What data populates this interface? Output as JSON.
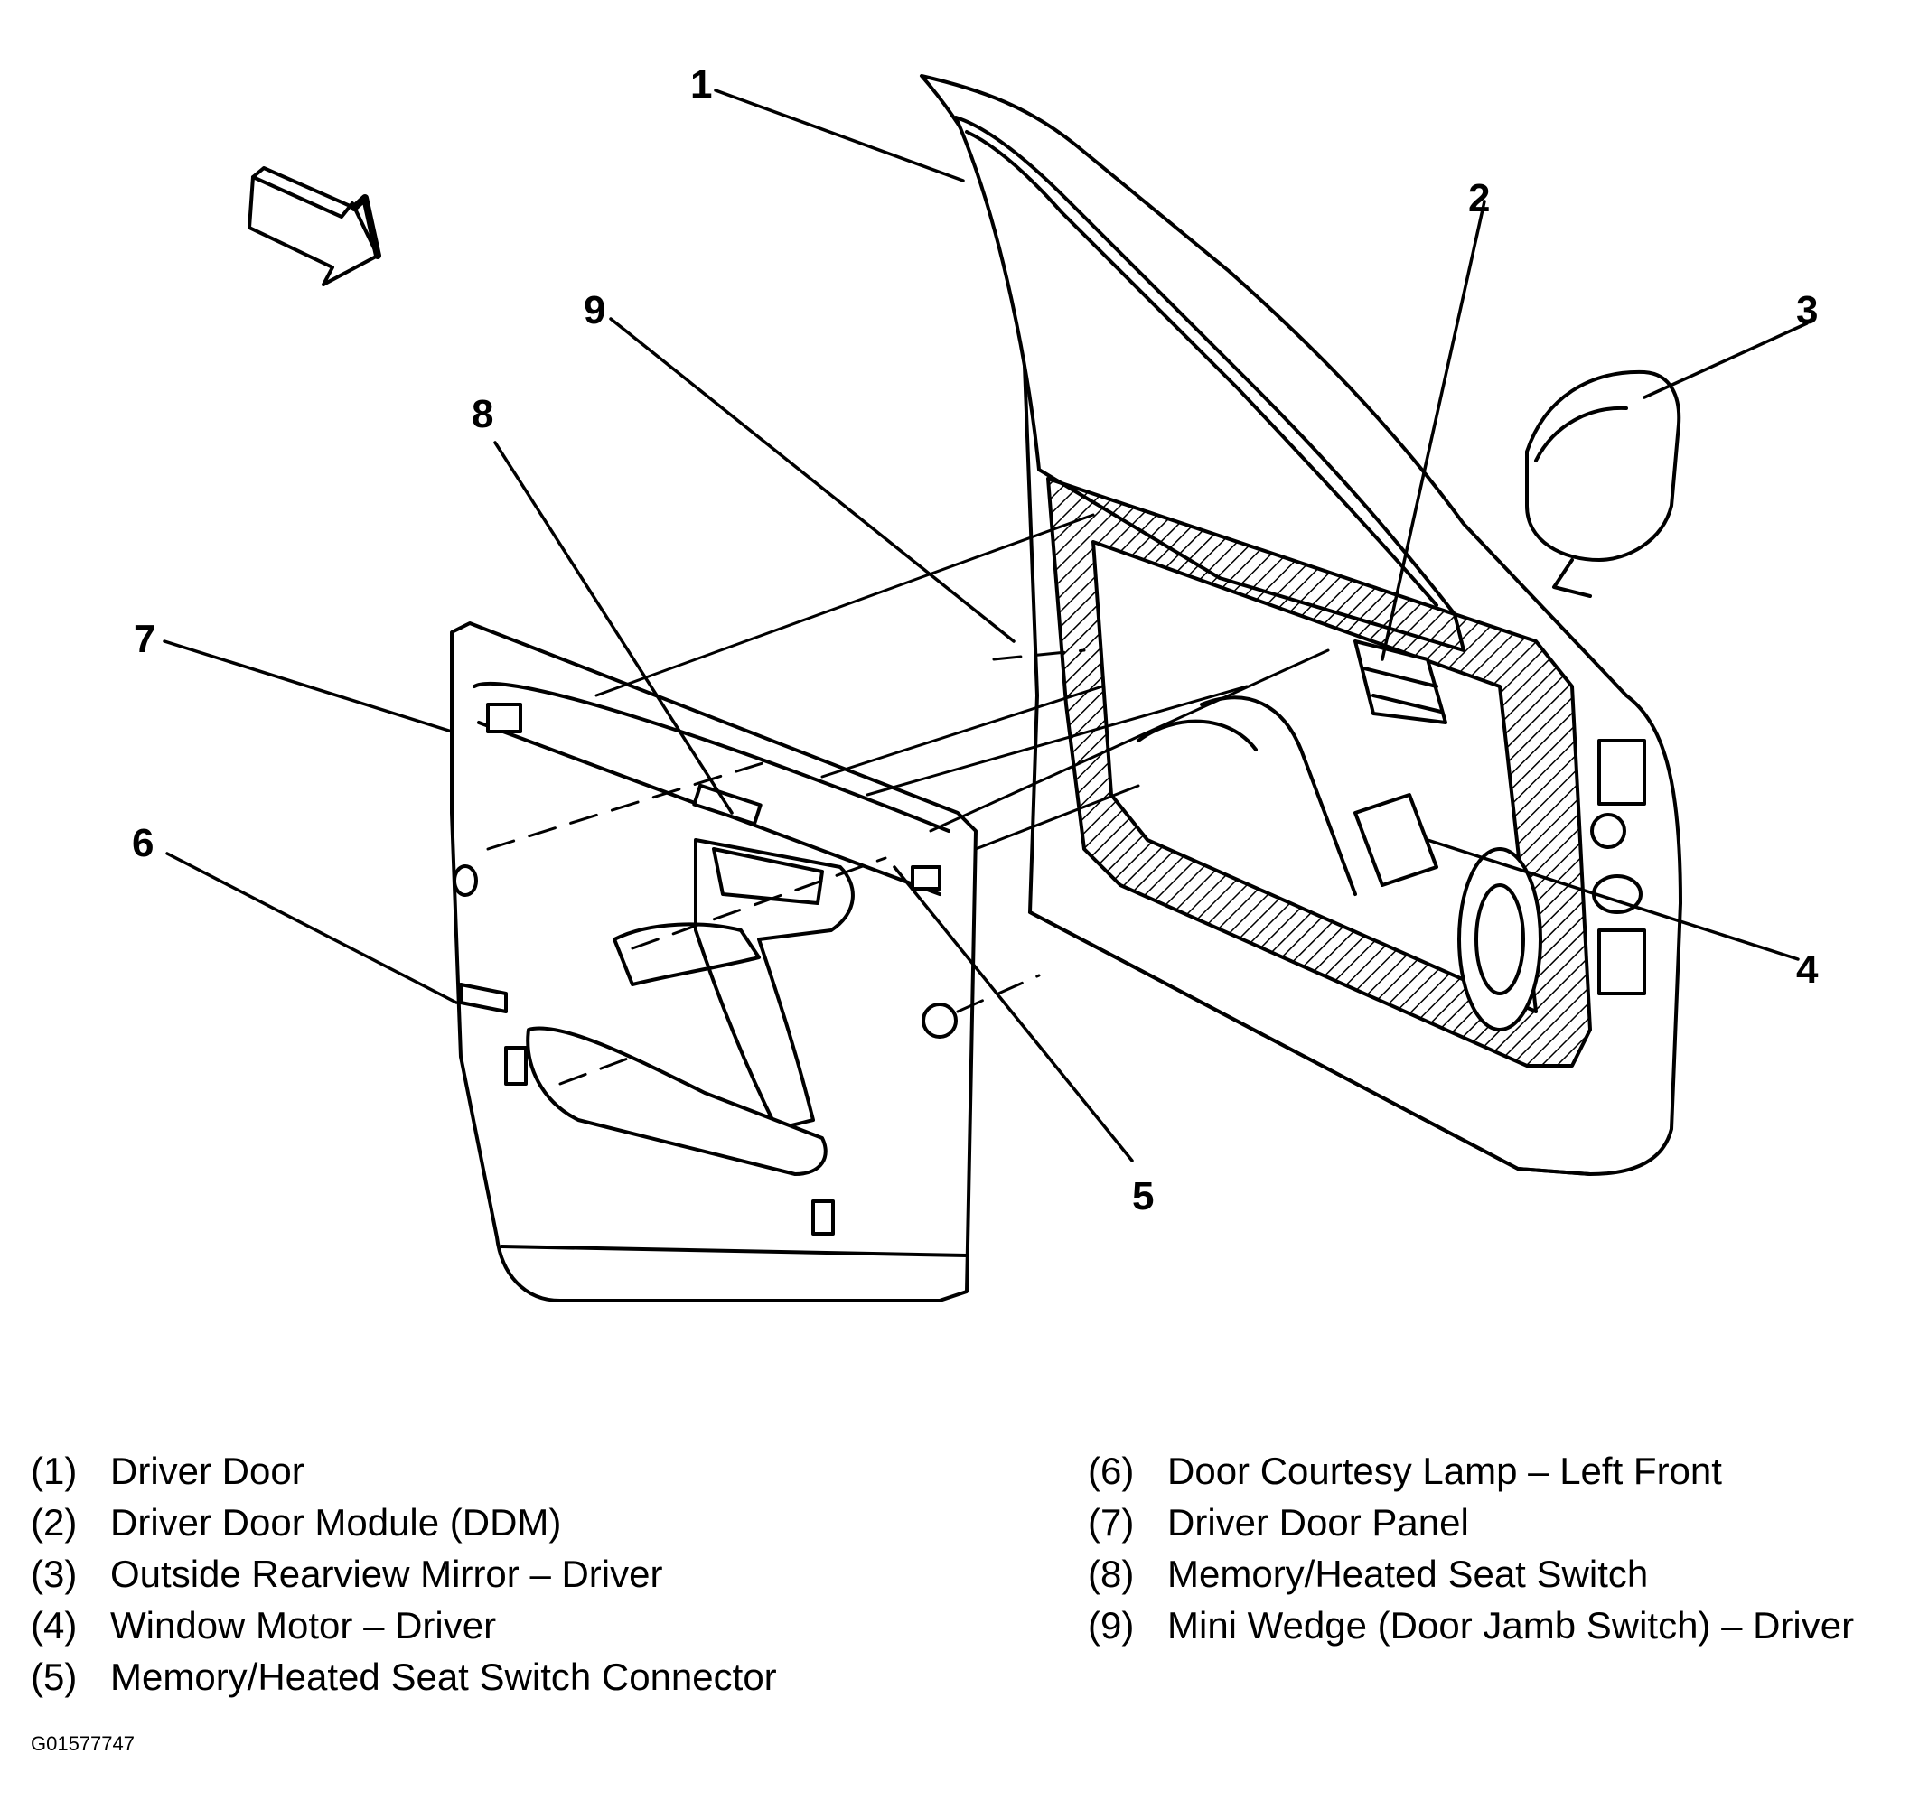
{
  "callouts": [
    "1",
    "2",
    "3",
    "4",
    "5",
    "6",
    "7",
    "8",
    "9"
  ],
  "legend": {
    "left": [
      {
        "num": "(1)",
        "text": "Driver Door"
      },
      {
        "num": "(2)",
        "text": "Driver Door Module (DDM)"
      },
      {
        "num": "(3)",
        "text": "Outside Rearview Mirror – Driver"
      },
      {
        "num": "(4)",
        "text": "Window Motor – Driver"
      },
      {
        "num": "(5)",
        "text": "Memory/Heated Seat Switch Connector"
      }
    ],
    "right": [
      {
        "num": "(6)",
        "text": "Door Courtesy Lamp – Left Front"
      },
      {
        "num": "(7)",
        "text": "Driver Door Panel"
      },
      {
        "num": "(8)",
        "text": "Memory/Heated Seat Switch"
      },
      {
        "num": "(9)",
        "text": "Mini Wedge (Door Jamb Switch) – Driver"
      }
    ]
  },
  "figure_id": "G01577747",
  "colors": {
    "line": "#000000",
    "background": "#ffffff"
  }
}
